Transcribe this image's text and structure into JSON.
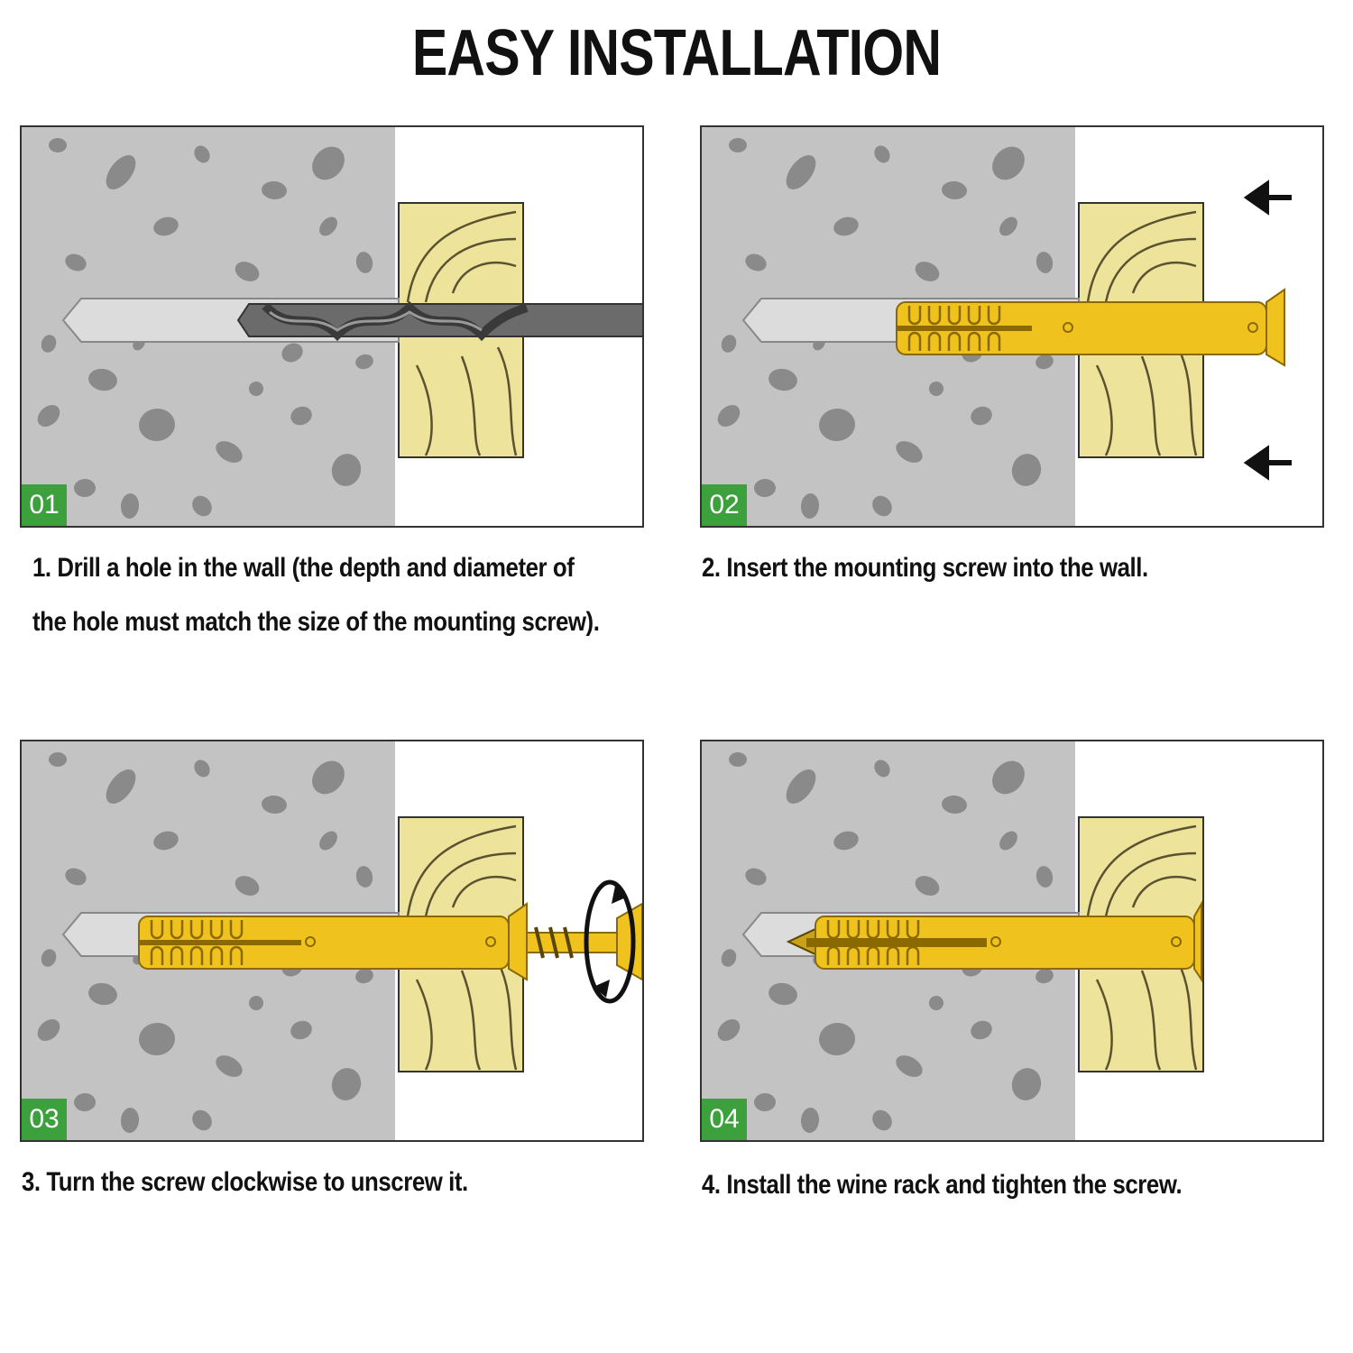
{
  "title": "EASY INSTALLATION",
  "colors": {
    "wall": "#c3c3c3",
    "stone": "#8a8a8a",
    "wood": "#ede39a",
    "anchor": "#f0c21e",
    "drill": "#6b6b6b",
    "step_badge": "#3ca03c"
  },
  "steps": [
    {
      "number": "01",
      "caption": "1. Drill a hole in the wall (the depth and diameter of the hole must match the size of the mounting screw).",
      "icon": "drill-bit-icon"
    },
    {
      "number": "02",
      "caption": "2. Insert the mounting screw into the wall.",
      "icon": "insert-arrows-icon"
    },
    {
      "number": "03",
      "caption": "3. Turn the screw clockwise to unscrew it.",
      "icon": "rotate-clockwise-icon"
    },
    {
      "number": "04",
      "caption": "4. Install the wine rack and tighten the screw.",
      "icon": "anchor-screw-icon"
    }
  ]
}
